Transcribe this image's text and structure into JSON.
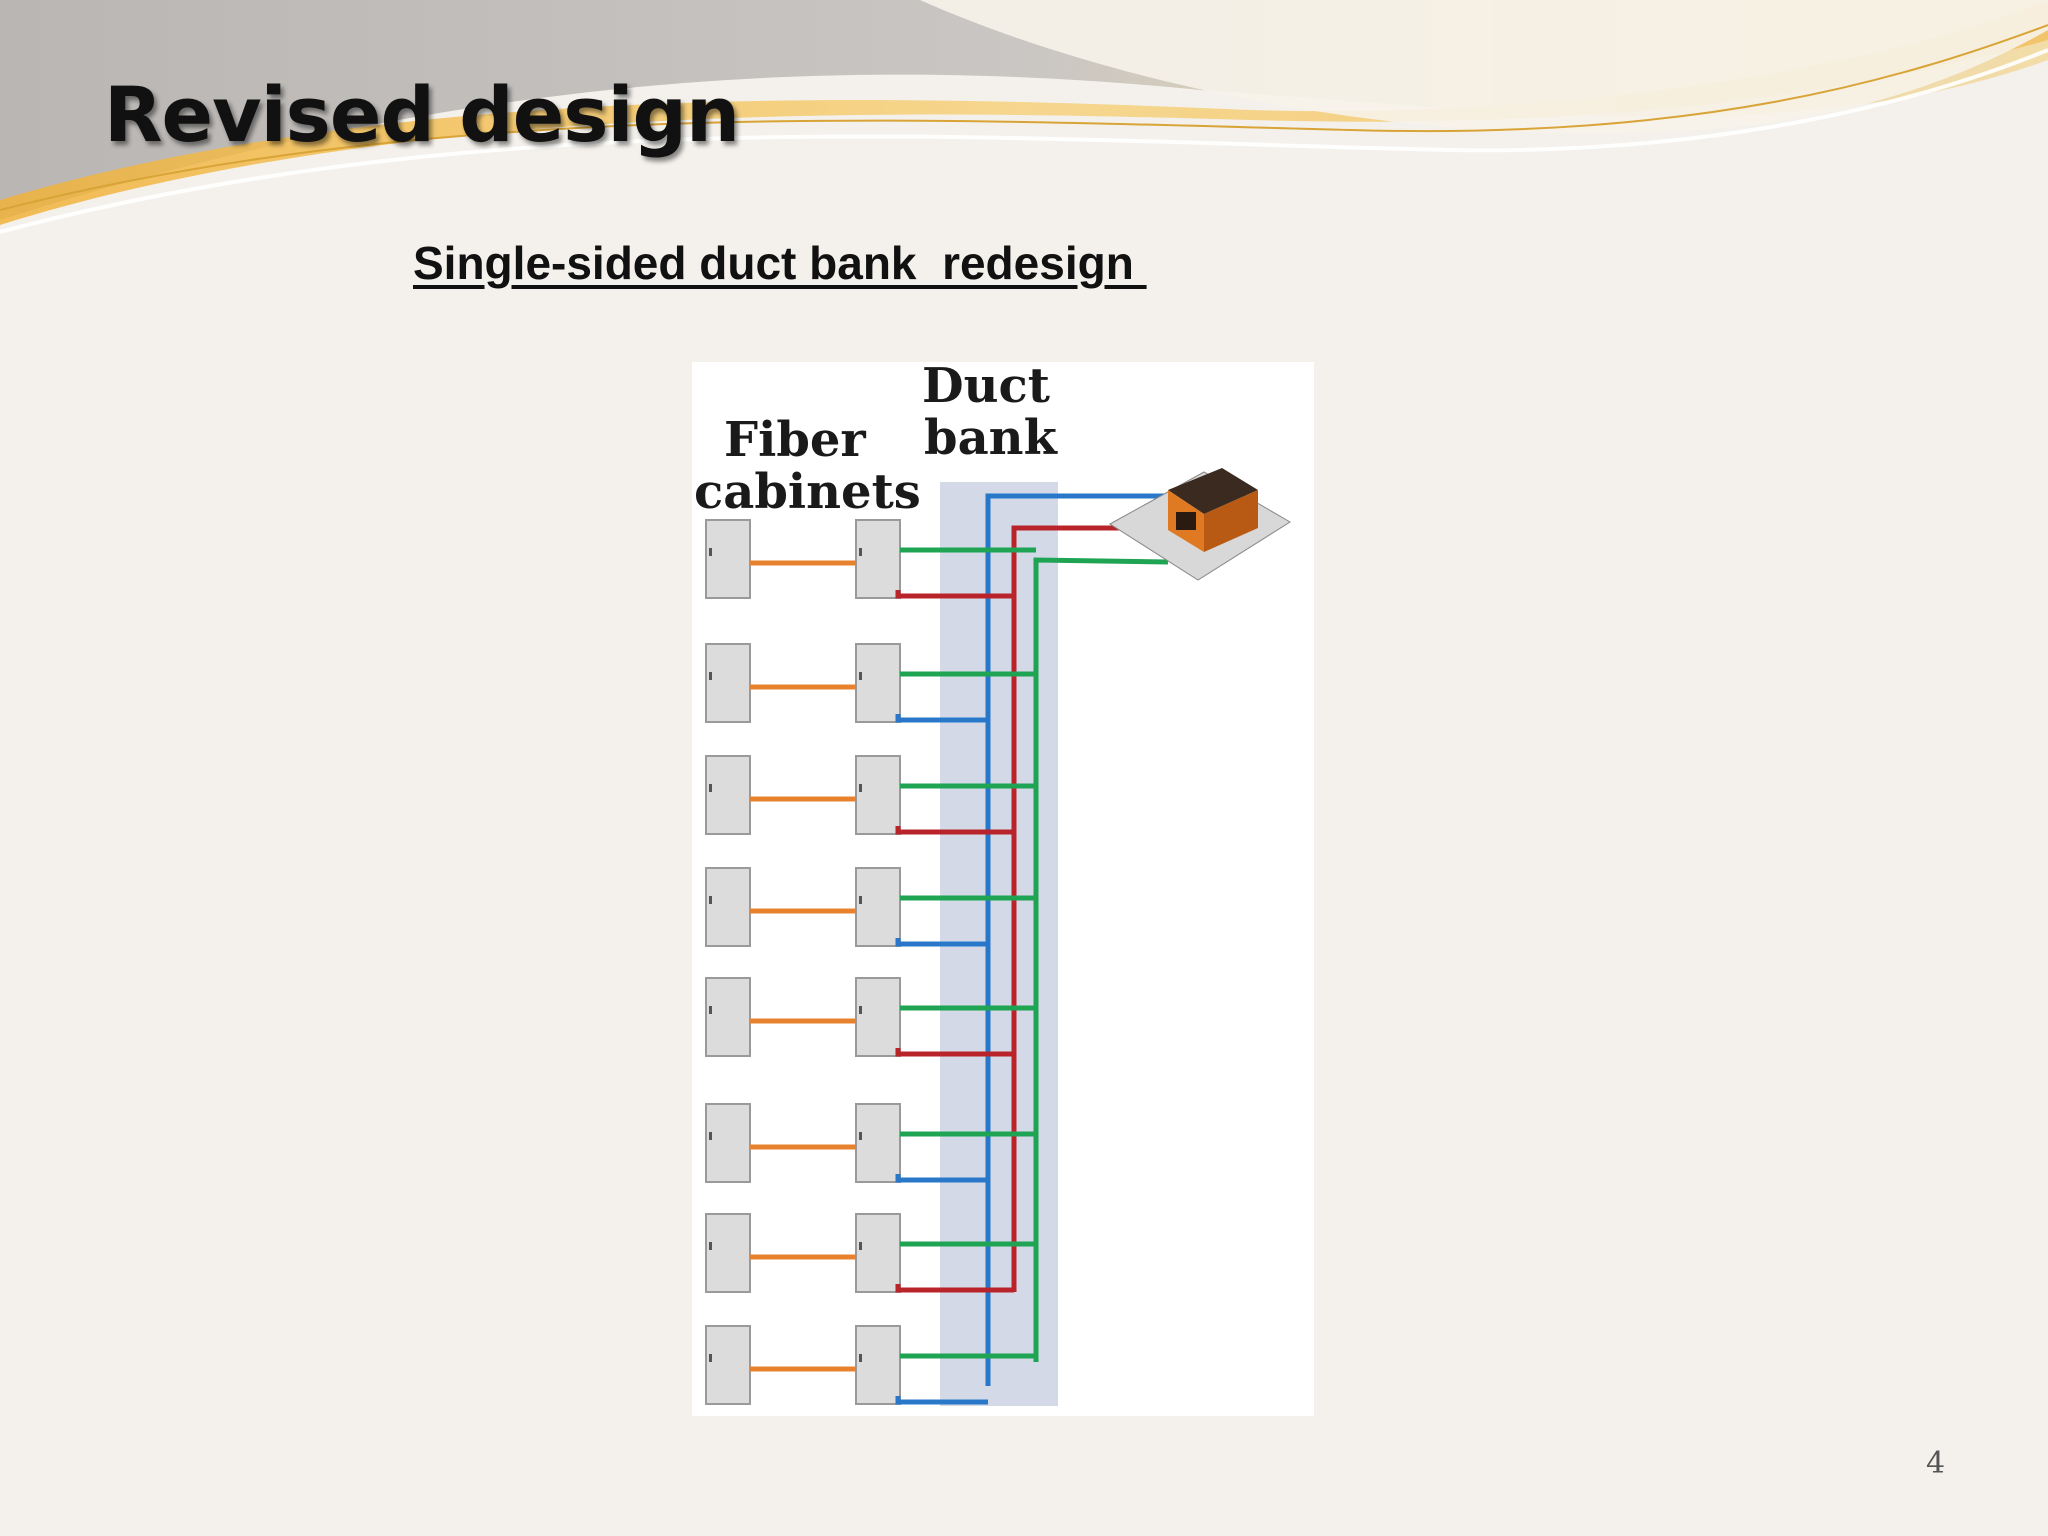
{
  "slide": {
    "title": "Revised design",
    "subtitle": "Single-sided duct bank  redesign ",
    "page_number": "4"
  },
  "diagram": {
    "label_fiber_line1": "Fiber",
    "label_fiber_line2": "cabinets",
    "label_duct_line1": "Duct",
    "label_duct_line2": "bank",
    "cabinet_pairs": 8,
    "branch_colors": [
      "red",
      "blue",
      "red",
      "blue",
      "red",
      "blue",
      "red",
      "blue"
    ],
    "colors": {
      "orange": "#e8812e",
      "green": "#1fa453",
      "blue": "#2877c9",
      "red": "#b9232a",
      "duct_bank": "#d3d9e6"
    }
  }
}
